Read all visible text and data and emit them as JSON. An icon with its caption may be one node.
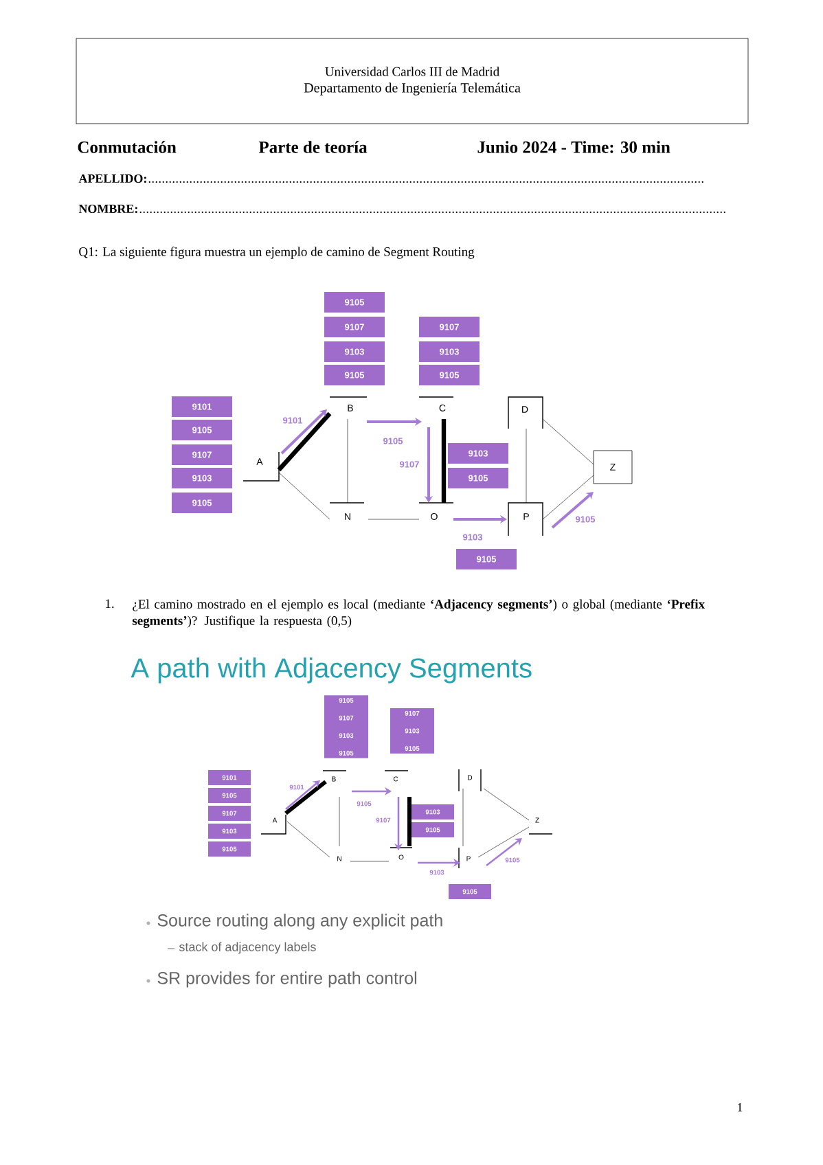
{
  "diagram": {
    "nodes": [
      {
        "text": [
          "Universidad Carlos III de Madrid",
          "Departamento de Ingeniería Telemática"
        ]
      },
      {
        "text": [
          "A"
        ]
      },
      {
        "text": [
          "B"
        ]
      },
      {
        "text": [
          "C"
        ]
      },
      {
        "text": [
          "D"
        ]
      },
      {
        "text": [
          "N"
        ]
      },
      {
        "text": [
          "O"
        ]
      },
      {
        "text": [
          "P"
        ]
      },
      {
        "text": [
          "Z"
        ]
      },
      {
        "text": [
          "9101"
        ]
      },
      {
        "text": [
          "9105"
        ]
      },
      {
        "text": [
          "9107"
        ]
      },
      {
        "text": [
          "9103"
        ]
      },
      {
        "text": [
          "9105"
        ]
      },
      {
        "text": [
          "9105"
        ]
      },
      {
        "text": [
          "9107"
        ]
      },
      {
        "text": [
          "9103"
        ]
      },
      {
        "text": [
          "9105"
        ]
      },
      {
        "text": [
          "9107"
        ]
      },
      {
        "text": [
          "9103"
        ]
      },
      {
        "text": [
          "9105"
        ]
      },
      {
        "text": [
          "9103"
        ]
      },
      {
        "text": [
          "9105"
        ]
      },
      {
        "text": [
          "9105"
        ]
      },
      {
        "text": [
          "A"
        ]
      },
      {
        "text": [
          "B"
        ]
      },
      {
        "text": [
          "C"
        ]
      },
      {
        "text": [
          "D"
        ]
      },
      {
        "text": [
          "N"
        ]
      },
      {
        "text": [
          "O"
        ]
      },
      {
        "text": [
          "P"
        ]
      },
      {
        "text": [
          "Z"
        ]
      },
      {
        "text": [
          "9101"
        ]
      },
      {
        "text": [
          "9105"
        ]
      },
      {
        "text": [
          "9107"
        ]
      },
      {
        "text": [
          "9103"
        ]
      },
      {
        "text": [
          "9105"
        ]
      },
      {
        "text": [
          "9105",
          "9107",
          "9103",
          "9105"
        ]
      },
      {
        "text": [
          "9107",
          "9103",
          "9105"
        ]
      },
      {
        "text": [
          "9103"
        ]
      },
      {
        "text": [
          "9105"
        ]
      },
      {
        "text": [
          "9105"
        ]
      }
    ],
    "edges": [
      {
        "from": 1,
        "to": 2,
        "arrow": "none",
        "style": "thick"
      },
      {
        "from": 1,
        "to": 5,
        "arrow": "none"
      },
      {
        "from": 2,
        "to": 5,
        "arrow": "none"
      },
      {
        "from": 3,
        "to": 6,
        "arrow": "none",
        "style": "thick"
      },
      {
        "from": 5,
        "to": 6,
        "arrow": "none"
      },
      {
        "from": 4,
        "to": 7,
        "arrow": "none"
      },
      {
        "from": 4,
        "to": 8,
        "arrow": "none"
      },
      {
        "from": 7,
        "to": 8,
        "arrow": "none"
      },
      {
        "from": 1,
        "to": 2,
        "arrow": "to",
        "label": "9101",
        "color": "#a57bd6"
      },
      {
        "from": 2,
        "to": 3,
        "arrow": "to",
        "label": "9105",
        "color": "#a57bd6"
      },
      {
        "from": 3,
        "to": 6,
        "arrow": "to",
        "label": "9107",
        "color": "#a57bd6"
      },
      {
        "from": 6,
        "to": 7,
        "arrow": "to",
        "label": "9103",
        "color": "#a57bd6"
      },
      {
        "from": 7,
        "to": 8,
        "arrow": "to",
        "label": "9105",
        "color": "#a57bd6"
      },
      {
        "from": 24,
        "to": 25,
        "arrow": "none",
        "style": "thick"
      },
      {
        "from": 24,
        "to": 28,
        "arrow": "none"
      },
      {
        "from": 25,
        "to": 28,
        "arrow": "none"
      },
      {
        "from": 26,
        "to": 29,
        "arrow": "none",
        "style": "thick"
      },
      {
        "from": 28,
        "to": 29,
        "arrow": "none"
      },
      {
        "from": 27,
        "to": 30,
        "arrow": "none"
      },
      {
        "from": 27,
        "to": 31,
        "arrow": "none"
      },
      {
        "from": 30,
        "to": 31,
        "arrow": "none"
      },
      {
        "from": 24,
        "to": 25,
        "arrow": "to",
        "label": "9101",
        "color": "#a57bd6"
      },
      {
        "from": 25,
        "to": 26,
        "arrow": "to",
        "label": "9105",
        "color": "#a57bd6"
      },
      {
        "from": 26,
        "to": 29,
        "arrow": "to",
        "label": "9107",
        "color": "#a57bd6"
      },
      {
        "from": 29,
        "to": 30,
        "arrow": "to",
        "label": "9103",
        "color": "#a57bd6"
      },
      {
        "from": 30,
        "to": 31,
        "arrow": "to",
        "label": "9105",
        "color": "#a57bd6"
      }
    ],
    "labels": [
      "Conmutación",
      "Parte de teoría",
      "Junio 2024  -  Time: 30 min",
      "APELLIDO:",
      "NOMBRE:",
      "Q1: La siguiente figura muestra un ejemplo de camino de Segment Routing",
      "1.",
      "¿El camino mostrado en el ejemplo es local (mediante **‘Adjacency segments’**) o global (mediante **‘Prefix segments’**)? Justifique la respuesta (0,5)",
      "A path with Adjacency Segments",
      "Source routing along any explicit path",
      "stack of adjacency labels",
      "SR provides for entire path control",
      "1"
    ]
  }
}
